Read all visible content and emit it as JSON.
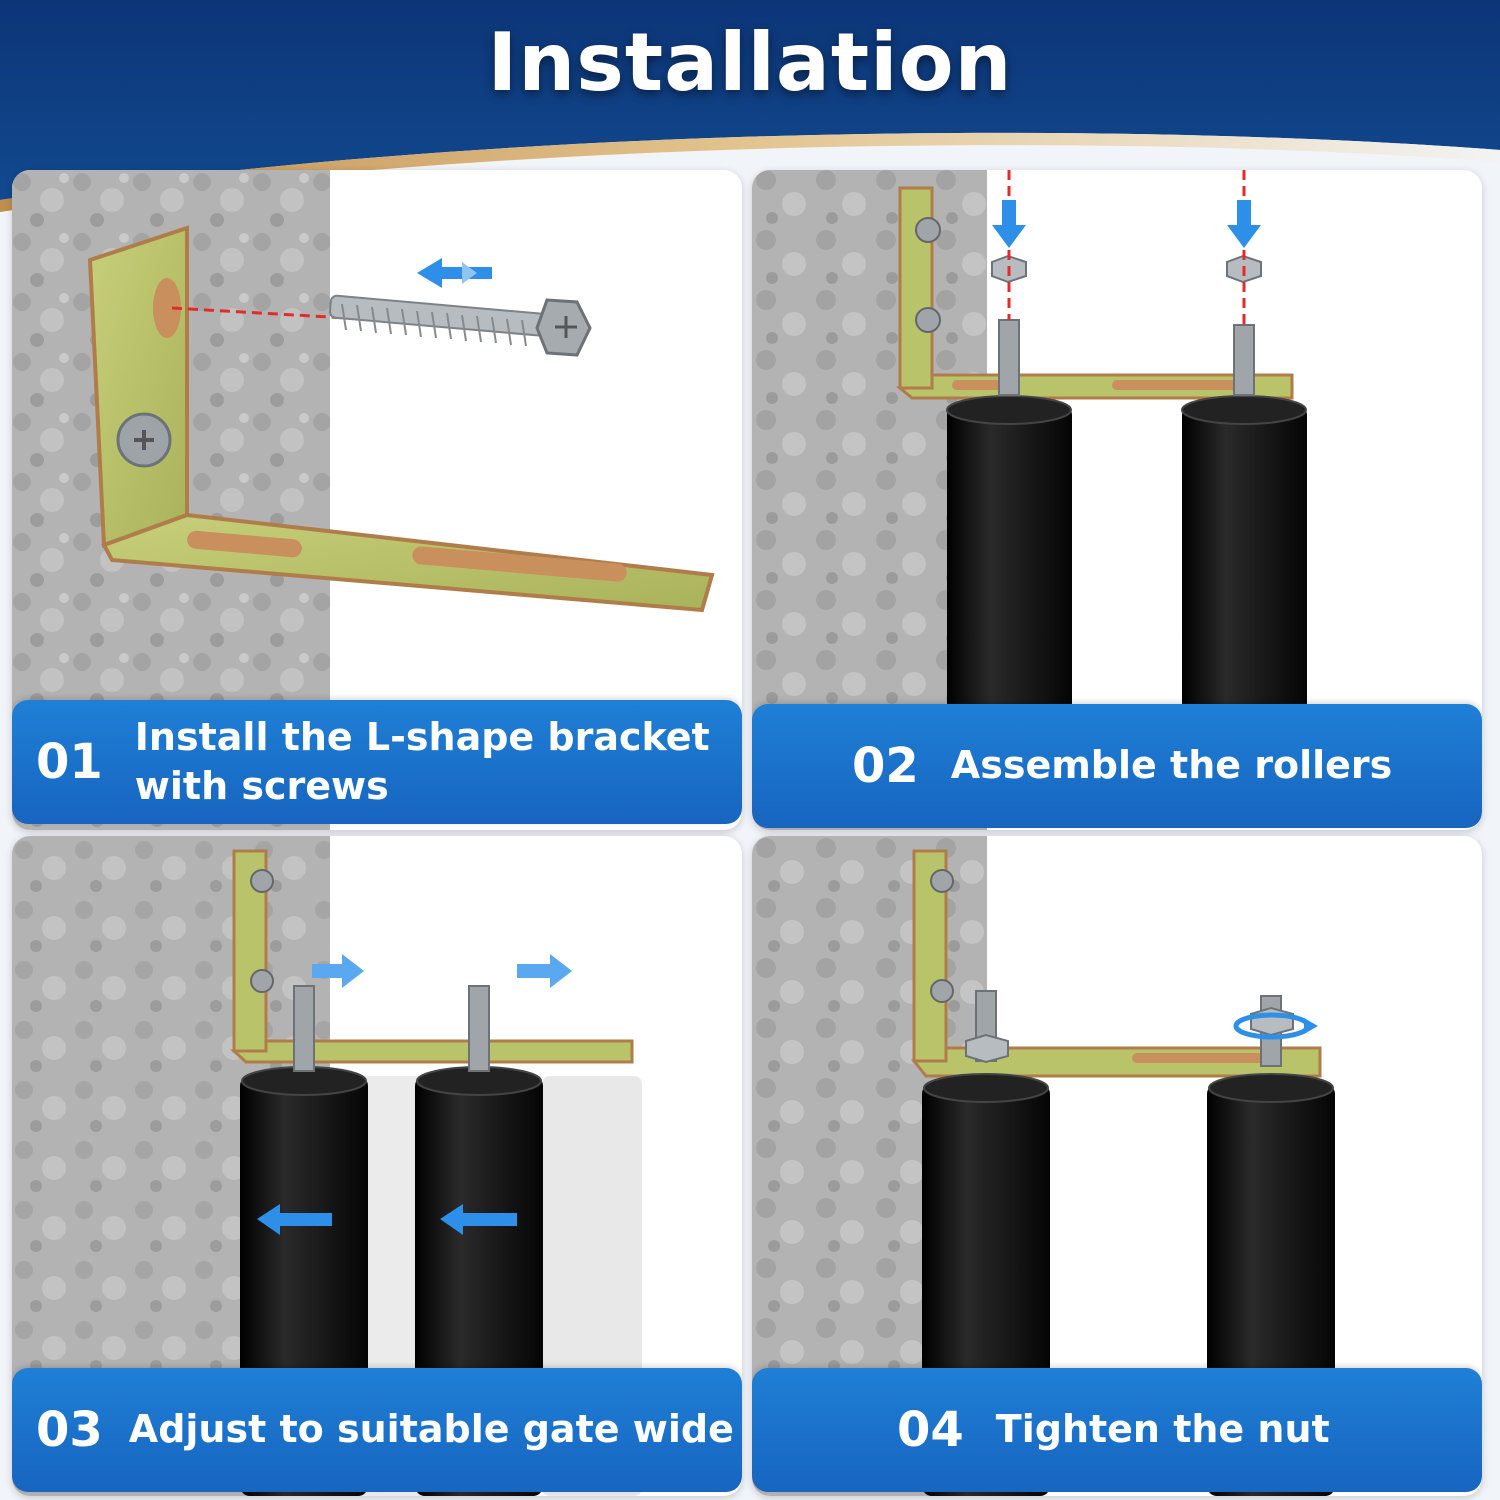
{
  "title": "Installation",
  "colors": {
    "header_blue": "#0f3f86",
    "caption_blue": "#1b72cc",
    "accent_gold": "#c9a46a",
    "bracket_green": "#b9c46a",
    "roller_black": "#111111",
    "arrow_blue": "#2d8fe8"
  },
  "steps": [
    {
      "number": "01",
      "line1": "Install the L-shape bracket",
      "line2": "with screws"
    },
    {
      "number": "02",
      "line1": "Assemble the rollers",
      "line2": ""
    },
    {
      "number": "03",
      "line1": "Adjust to suitable gate wide",
      "line2": ""
    },
    {
      "number": "04",
      "line1": "Tighten the nut",
      "line2": ""
    }
  ]
}
